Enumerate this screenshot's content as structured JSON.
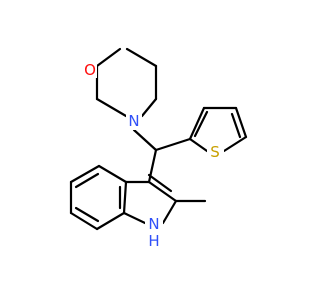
{
  "molecule": {
    "atoms": [
      {
        "id": "O",
        "symbol": "O",
        "color": "#ff0d0d"
      },
      {
        "id": "N_morph",
        "symbol": "N",
        "color": "#3050f8"
      },
      {
        "id": "S",
        "symbol": "S",
        "color": "#c8a000"
      },
      {
        "id": "NH",
        "symbol": "N",
        "color": "#3050f8"
      },
      {
        "id": "H",
        "symbol": "H",
        "color": "#3050f8"
      }
    ]
  }
}
